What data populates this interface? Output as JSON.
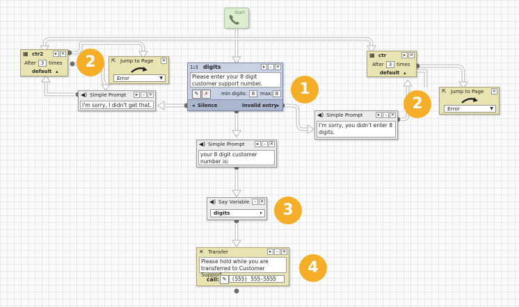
{
  "start": {
    "label": "Start",
    "icon": "phone-icon"
  },
  "nodes": {
    "counter_left": {
      "title": "ctr2",
      "after_label": "After",
      "count": "3",
      "times_label": "times",
      "footer": "default"
    },
    "counter_right": {
      "title": "ctr",
      "after_label": "After",
      "count": "3",
      "times_label": "times",
      "footer": "default"
    },
    "jump_left": {
      "title": "Jump to Page",
      "value": "Error"
    },
    "jump_right": {
      "title": "Jump to Page",
      "value": "Error"
    },
    "digits": {
      "title": "digits",
      "prompt": "Please enter your 8 digit customer support number.",
      "min_label": "min digits:",
      "min_value": "8",
      "max_label": "max:",
      "max_value": "8",
      "silence_label": "Silence",
      "invalid_label": "Invalid entry"
    },
    "prompt_silence": {
      "title": "Simple Prompt",
      "text": "I'm sorry, I didn't get that."
    },
    "prompt_invalid": {
      "title": "Simple Prompt",
      "text": "I'm sorry, you didn't enter 8 digits."
    },
    "prompt_confirm": {
      "title": "Simple Prompt",
      "text": "your 8 digit customer number is:"
    },
    "say_variable": {
      "title": "Say Variable",
      "value": "digits"
    },
    "transfer": {
      "title": "Transfer",
      "text": "Please hold while you are transferred to Customer Support.",
      "call_label": "call:",
      "number": "(555) 555-5555"
    }
  },
  "window_buttons": {
    "play": "▸",
    "minimize": "–",
    "close": "✕"
  },
  "badges": [
    "1",
    "2",
    "2",
    "3",
    "4"
  ],
  "colors": {
    "badge": "#f4ae27",
    "khaki_node": "#e9e4b2",
    "blue_node": "#c8d2e4",
    "start_node": "#dbeed0"
  }
}
